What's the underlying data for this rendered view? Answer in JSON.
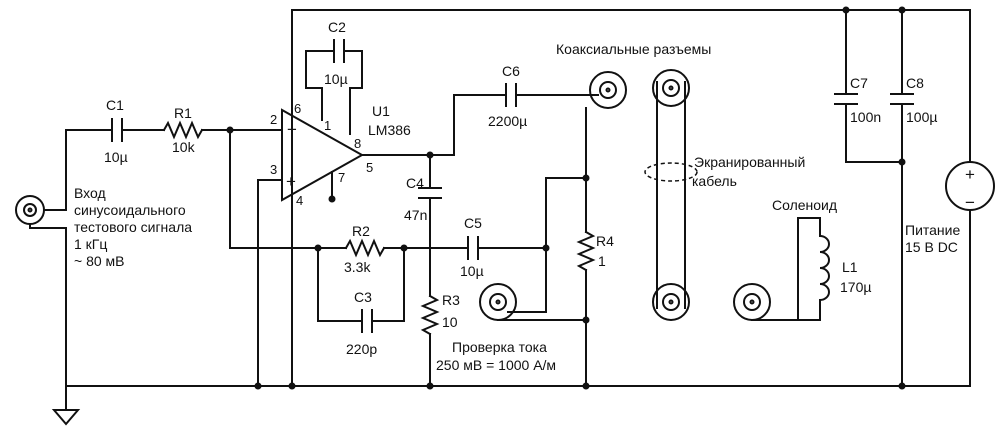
{
  "components": {
    "c1": {
      "ref": "C1",
      "value": "10µ"
    },
    "r1": {
      "ref": "R1",
      "value": "10k"
    },
    "c2": {
      "ref": "C2",
      "value": "10µ"
    },
    "u1": {
      "ref": "U1",
      "part": "LM386"
    },
    "c6": {
      "ref": "C6",
      "value": "2200µ"
    },
    "c4": {
      "ref": "C4",
      "value": "47n"
    },
    "c5": {
      "ref": "C5",
      "value": "10µ"
    },
    "r2": {
      "ref": "R2",
      "value": "3.3k"
    },
    "c3": {
      "ref": "C3",
      "value": "220p"
    },
    "r3": {
      "ref": "R3",
      "value": "10"
    },
    "r4": {
      "ref": "R4",
      "value": "1"
    },
    "c7": {
      "ref": "C7",
      "value": "100n"
    },
    "c8": {
      "ref": "C8",
      "value": "100µ"
    },
    "l1": {
      "ref": "L1",
      "value": "170µ"
    }
  },
  "pins": {
    "p1": "1",
    "p2": "2",
    "p3": "3",
    "p4": "4",
    "p5": "5",
    "p6": "6",
    "p7": "7",
    "p8": "8"
  },
  "opamp": {
    "minus": "−",
    "plus": "+"
  },
  "supply": {
    "plus": "+",
    "minus": "−"
  },
  "labels": {
    "input_1": "Вход",
    "input_2": "синусоидального",
    "input_3": "тестового сигнала",
    "input_4": "1 кГц",
    "input_5": "~ 80 мВ",
    "coax": "Коаксиальные разъемы",
    "shield_1": "Экранированный",
    "shield_2": "кабель",
    "solenoid": "Соленоид",
    "current_1": "Проверка тока",
    "current_2": "250 мВ = 1000 А/м",
    "power_1": "Питание",
    "power_2": "15 В DC"
  }
}
